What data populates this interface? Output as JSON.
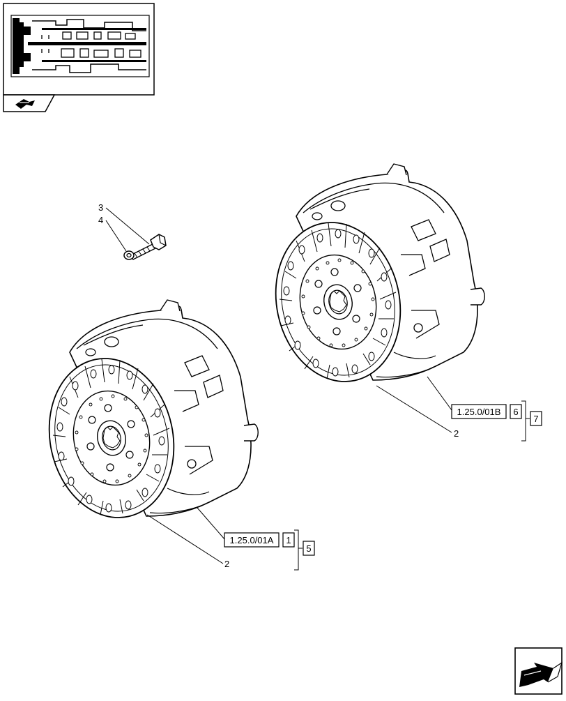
{
  "callouts": {
    "screw": "3",
    "washer": "4",
    "clutch_lower": "2",
    "clutch_upper": "2"
  },
  "references": {
    "lower": {
      "code": "1.25.0/01A",
      "item": "1",
      "group": "5"
    },
    "upper": {
      "code": "1.25.0/01B",
      "item": "6",
      "group": "7"
    }
  },
  "icons": {
    "thumbnail": "transmission-section-thumbnail",
    "thumbnail_nav": "arrow-icon",
    "next_page": "next-page-arrow-icon"
  }
}
